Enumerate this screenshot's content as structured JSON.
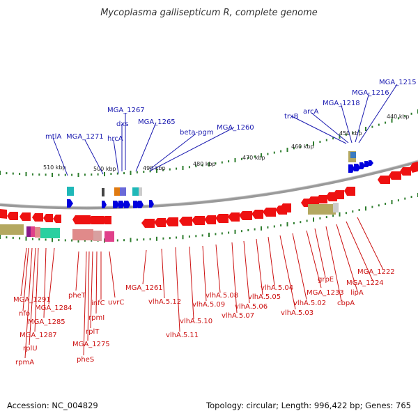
{
  "title": "Mycoplasma gallisepticum R, complete genome",
  "footer": {
    "accession": "Accession: NC_004829",
    "summary": "Topology: circular; Length: 996,422 bp; Genes: 765"
  },
  "colors": {
    "backbone": "#8a8a8a",
    "tick": "#2e7d2e",
    "forward_gene": "#0000dd",
    "reverse_gene": "#ee1111",
    "label_blue": "#1a1ab0",
    "label_red": "#cc1111"
  },
  "kbp_labels": [
    "440 kbp",
    "450 kbp",
    "460 kbp",
    "470 kbp",
    "480 kbp",
    "490 kbp",
    "500 kbp",
    "510 kbp"
  ],
  "blue_labels": [
    "MGA_1215",
    "MGA_1216",
    "MGA_1218",
    "arcA",
    "trxB",
    "beta-pgm",
    "MGA_1260",
    "MGA_1265",
    "MGA_1267",
    "dxs",
    "hrcA",
    "MGA_1271",
    "mtlA"
  ],
  "red_labels": [
    "MGA_1222",
    "MGA_1224",
    "lipA",
    "cbpA",
    "grpE",
    "MGA_1233",
    "vlhA.5.02",
    "vlhA.5.03",
    "vlhA.5.04",
    "vlhA.5.05",
    "vlhA.5.06",
    "vlhA.5.07",
    "vlhA.5.08",
    "vlhA.5.09",
    "vlhA.5.10",
    "vlhA.5.11",
    "vlhA.5.12",
    "MGA_1261",
    "uvrC",
    "infC",
    "rpmI",
    "rplT",
    "MGA_1275",
    "pheS",
    "pheT",
    "MGA_1284",
    "MGA_1285",
    "MGA_1287",
    "rplU",
    "rpmA",
    "nfo",
    "MGA_1291"
  ]
}
